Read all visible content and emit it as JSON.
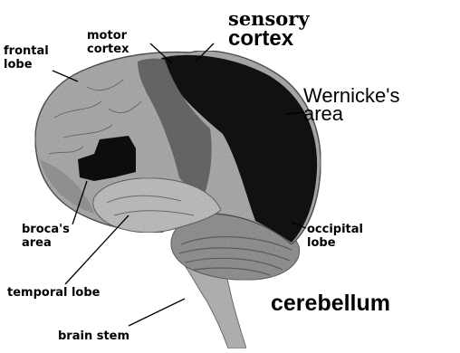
{
  "labels": {
    "frontal_lobe": "frontal\nlobe",
    "motor_cortex": "motor\ncortex",
    "sensory_cortex_line1": "sensory",
    "sensory_cortex_line2": "cortex",
    "wernickes_area": "Wernicke's\narea",
    "brocas_area": "broca's\narea",
    "occipital_lobe": "occipital\nlobe",
    "temporal_lobe": "temporal lobe",
    "cerebellum": "cerebellum",
    "brain_stem": "brain stem"
  },
  "colors": {
    "background": "#ffffff",
    "label_text": "#000000",
    "cortex_light": "#b4b4b4",
    "cortex_mid": "#8a8a8a",
    "cortex_dark": "#5a5a5a",
    "sensory_region": "#111111",
    "motor_region": "#6e6e6e",
    "brocas_region": "#0d0d0d",
    "temporal_region": "#c8c8c8",
    "cerebellum_region": "#9a9a9a",
    "brain_stem_region": "#bdbdbd"
  }
}
